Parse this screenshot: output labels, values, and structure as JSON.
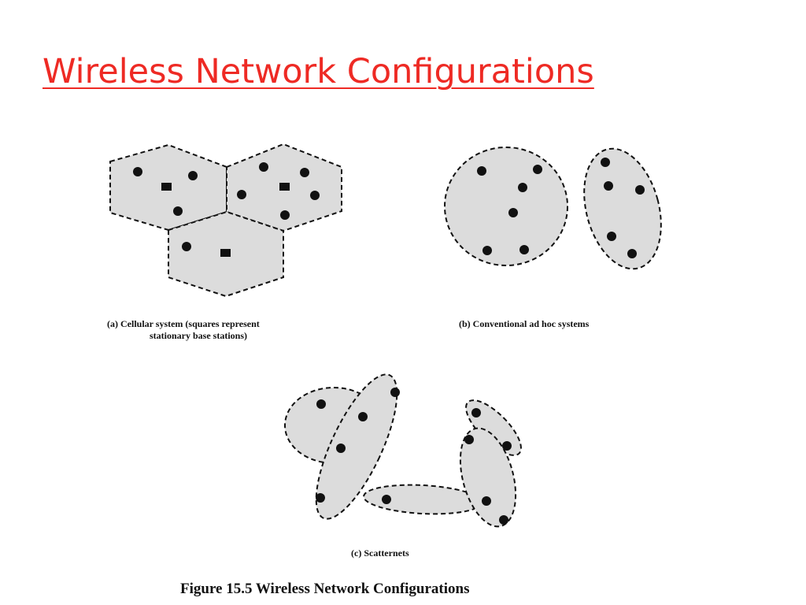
{
  "slide": {
    "title": "Wireless Network Configurations"
  },
  "figure": {
    "caption_a_line1": "(a) Cellular system (squares represent",
    "caption_a_line2": "stationary base stations)",
    "caption_b": "(b) Conventional ad hoc systems",
    "caption_c": "(c) Scatternets",
    "figure_caption": "Figure 15.5  Wireless Network Configurations"
  },
  "colors": {
    "title": "#ee2a24",
    "region_fill": "#dcdcdc",
    "outline": "#111111"
  }
}
